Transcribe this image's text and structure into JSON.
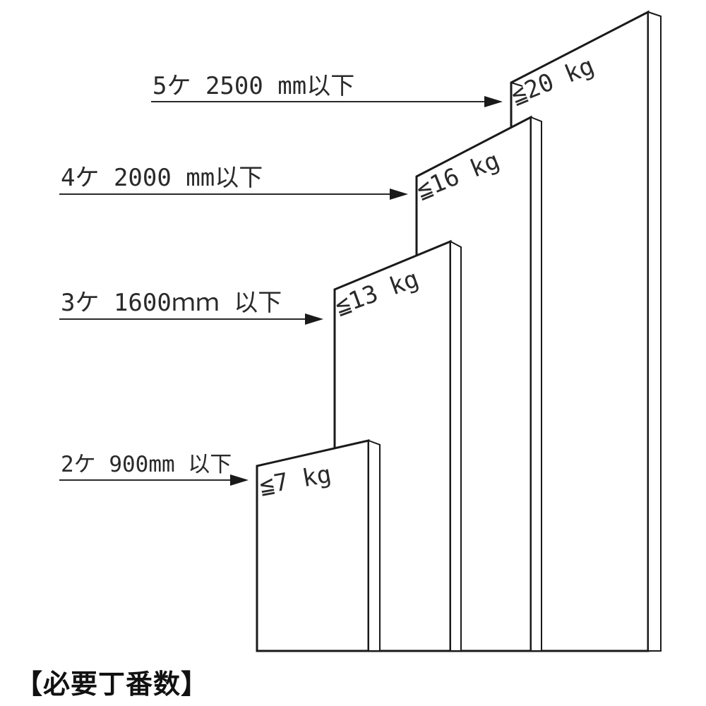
{
  "caption": "【必要丁番数】",
  "tiers": [
    {
      "label": "5ケ 2500 mm以下",
      "weight": "≦20 kg"
    },
    {
      "label": "4ケ 2000 mm以下",
      "weight": "≦16 kg"
    },
    {
      "label": "3ケ 1600ｍｍ 以下",
      "weight": "≦13 kg"
    },
    {
      "label": "2ケ 900mm 以下",
      "weight": "≦7 kg"
    }
  ]
}
